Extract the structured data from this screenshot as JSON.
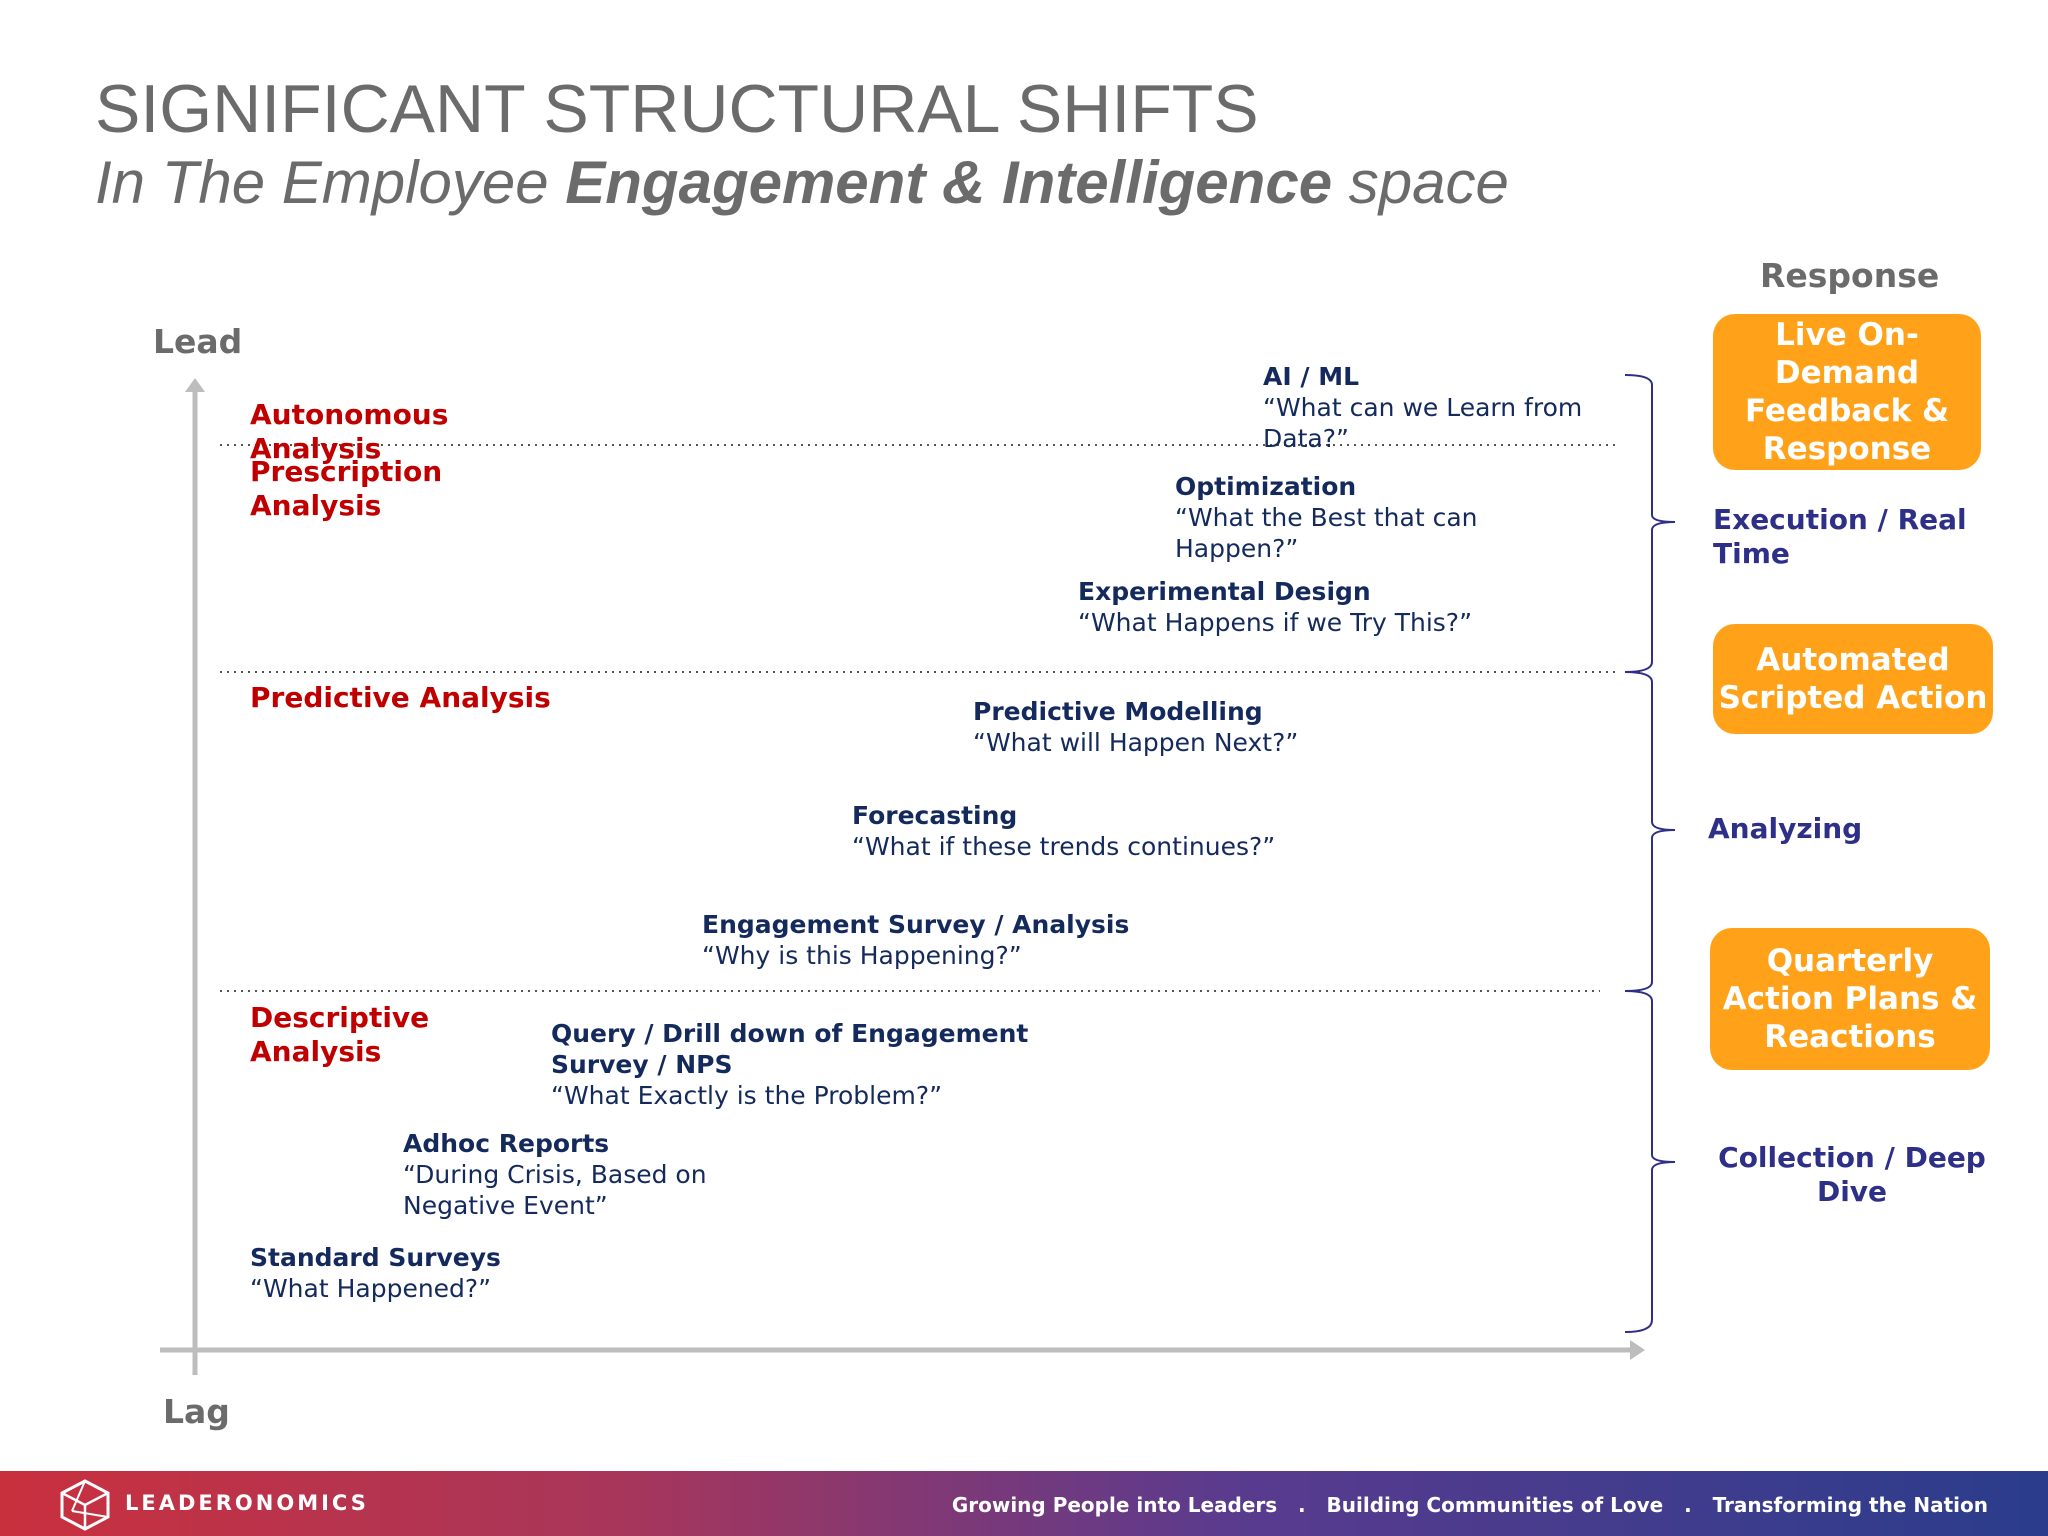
{
  "header": {
    "title": "SIGNIFICANT STRUCTURAL SHIFTS",
    "subtitle_pre": "In The Employee ",
    "subtitle_bold": "Engagement & Intelligence",
    "subtitle_post": " space"
  },
  "axis": {
    "top": "Lead",
    "bottom": "Lag",
    "response_header": "Response"
  },
  "levels": {
    "autonomous": "Autonomous Analysis",
    "prescription": "Prescription Analysis",
    "predictive": "Predictive Analysis",
    "descriptive": "Descriptive Analysis"
  },
  "items": {
    "ai_ml": {
      "title": "AI / ML",
      "question": "“What can we Learn from Data?”"
    },
    "optimization": {
      "title": "Optimization",
      "question": "“What the Best that can Happen?”"
    },
    "experimental": {
      "title": "Experimental Design",
      "question": "“What Happens if we Try This?”"
    },
    "predictive_modelling": {
      "title": "Predictive Modelling",
      "question": "“What will Happen Next?”"
    },
    "forecasting": {
      "title": "Forecasting",
      "question": "“What if these trends continues?”"
    },
    "engagement_survey": {
      "title": "Engagement Survey / Analysis",
      "question": "“Why is this Happening?”"
    },
    "query_drill": {
      "title": "Query / Drill down of Engagement Survey / NPS",
      "question": "“What Exactly is the Problem?”"
    },
    "adhoc": {
      "title": "Adhoc Reports",
      "question": "“During Crisis, Based on Negative Event”"
    },
    "standard": {
      "title": "Standard Surveys",
      "question": "“What Happened?”"
    }
  },
  "responses": {
    "box_live": "Live On-Demand Feedback & Response",
    "label_execution": "Execution / Real Time",
    "box_automated": "Automated Scripted Action",
    "label_analyzing": "Analyzing",
    "box_quarterly": "Quarterly Action Plans & Reactions",
    "label_collection": "Collection / Deep Dive"
  },
  "footer": {
    "brand": "LEADERONOMICS",
    "tagline": "Growing People into Leaders   .   Building Communities of Love   .   Transforming the Nation"
  },
  "colors": {
    "level_red": "#c00000",
    "item_navy": "#142a5c",
    "box_orange": "#ffa21a",
    "response_purple": "#2e2f86"
  }
}
